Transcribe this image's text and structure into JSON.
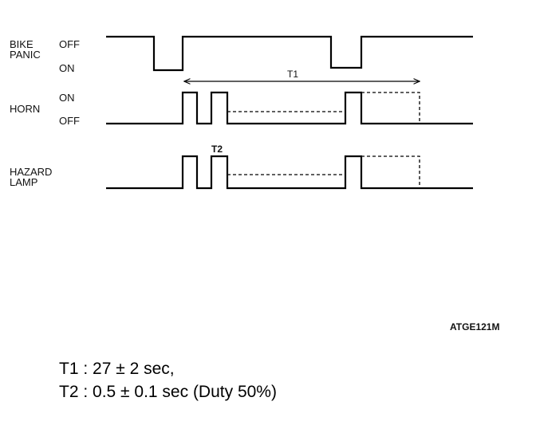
{
  "signals": {
    "bike_panic": {
      "name_line1": "BIKE",
      "name_line2": "PANIC",
      "state_high": "OFF",
      "state_low": "ON"
    },
    "horn": {
      "name": "HORN",
      "state_high": "ON",
      "state_low": "OFF"
    },
    "hazard_lamp": {
      "name_line1": "HAZARD",
      "name_line2": "LAMP"
    }
  },
  "markers": {
    "t1": "T1",
    "t2": "T2"
  },
  "figure_code": "ATGE121M",
  "notes": {
    "t1_line": "T1 : 27 ± 2 sec,",
    "t2_line": "T2 : 0.5 ± 0.1 sec (Duty 50%)"
  }
}
